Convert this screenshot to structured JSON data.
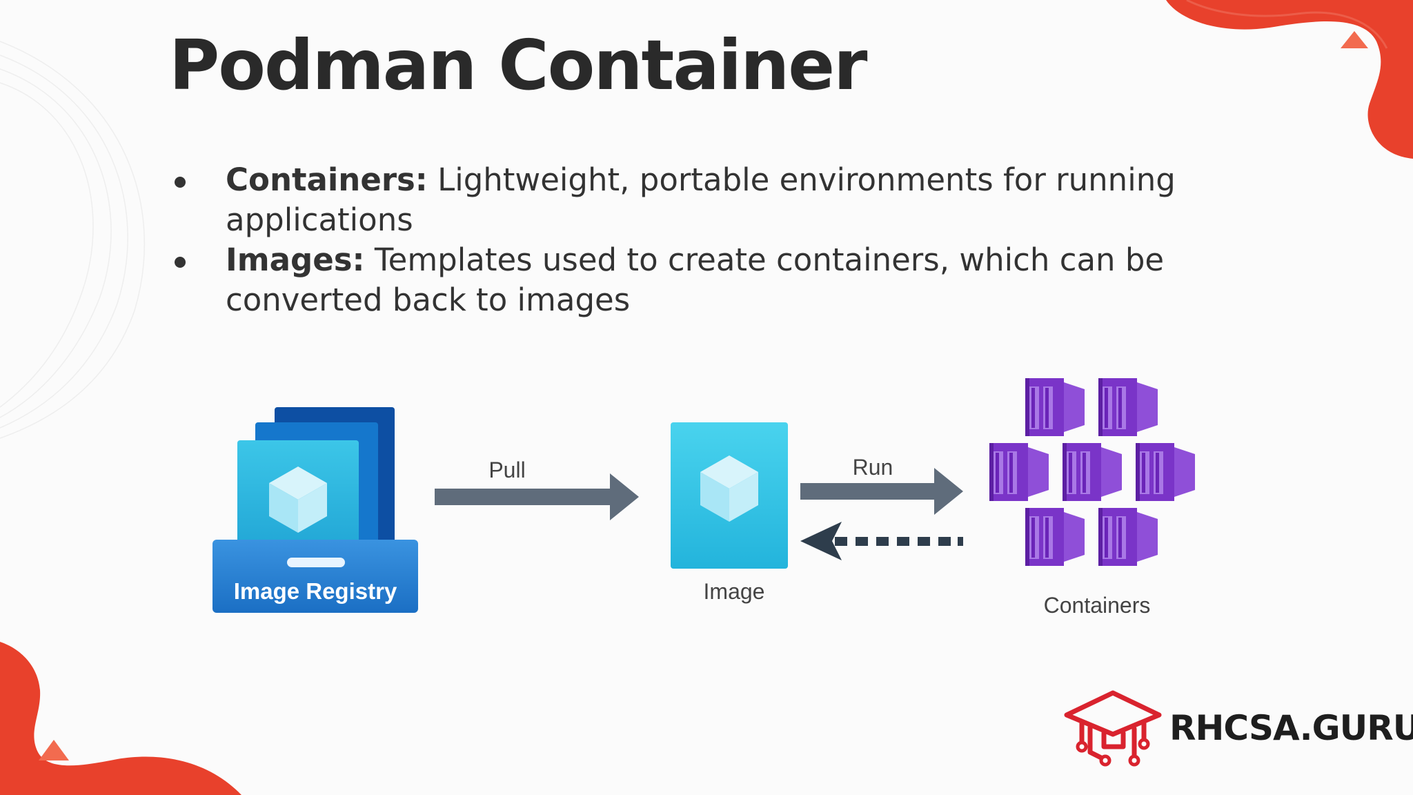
{
  "slide": {
    "title": "Podman Container",
    "bullets": [
      {
        "term": "Containers:",
        "text": " Lightweight, portable environments for running applications"
      },
      {
        "term": "Images:",
        "text": " Templates used to create containers, which can be converted back to images"
      }
    ]
  },
  "diagram": {
    "registry_label": "Image Registry",
    "pull_label": "Pull",
    "image_label": "Image",
    "run_label": "Run",
    "containers_label": "Containers"
  },
  "brand": {
    "name": "RHCSA.GURU"
  },
  "colors": {
    "accent_red": "#e8412c",
    "registry_blue": "#1f78d1",
    "image_cyan": "#2ec5e6",
    "container_purple": "#7a34c8",
    "arrow_gray": "#5f6c7b",
    "text_dark": "#2a2a2a"
  },
  "icons": [
    "corner-blob-decoration",
    "triangle-icon",
    "cube-icon",
    "container-icon",
    "graduation-cap-circuit-icon"
  ]
}
